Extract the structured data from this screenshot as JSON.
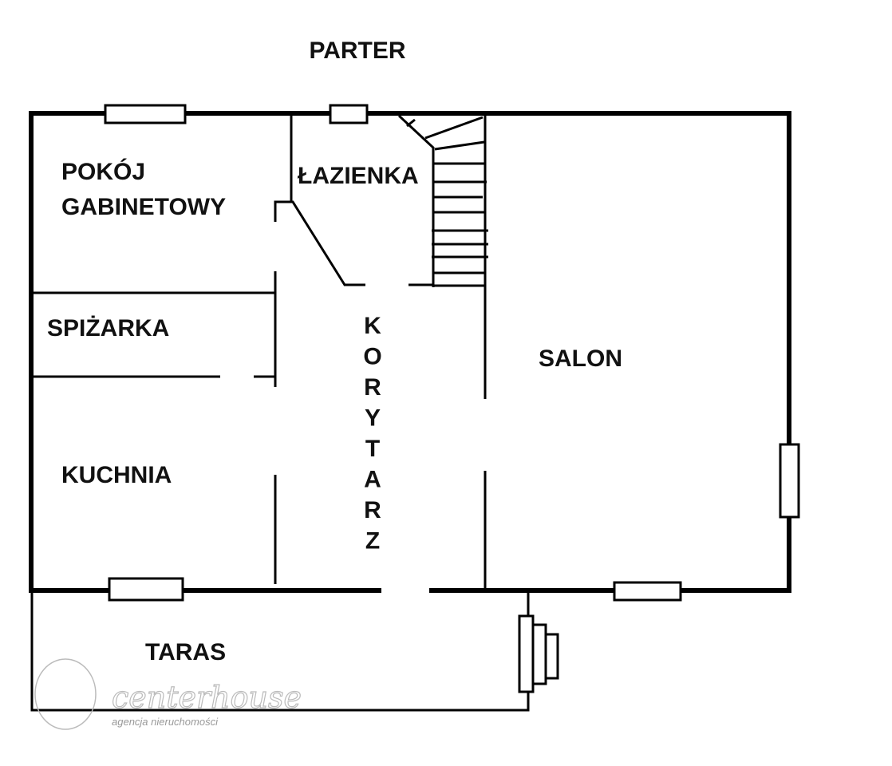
{
  "title": "PARTER",
  "rooms": {
    "gabinet_line1": "POKÓJ",
    "gabinet_line2": "GABINETOWY",
    "lazienka": "ŁAZIENKA",
    "spizarka": "SPIŻARKA",
    "kuchnia": "KUCHNIA",
    "korytarz": "KORYTARZ",
    "salon": "SALON",
    "taras": "TARAS"
  },
  "watermark": {
    "brand": "centerhouse",
    "tagline": "agencja nieruchomości"
  }
}
